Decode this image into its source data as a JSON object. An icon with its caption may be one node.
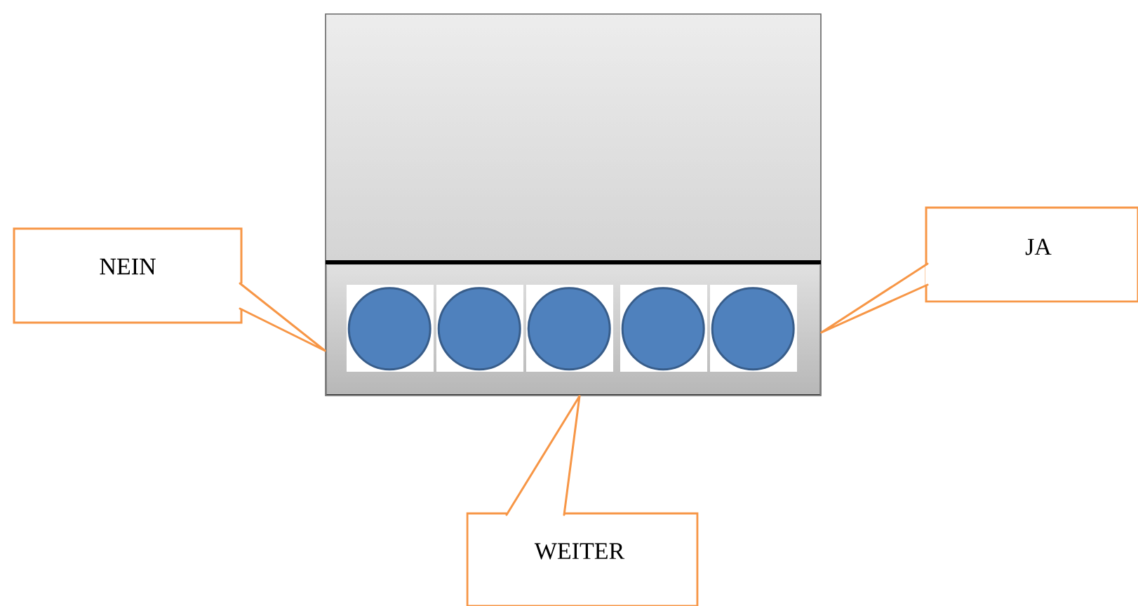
{
  "diagram": {
    "nodes": [
      {
        "text": [],
        "shape": "box"
      },
      {
        "text": [],
        "shape": "circle",
        "in": 0
      },
      {
        "text": [],
        "shape": "circle",
        "in": 0
      },
      {
        "text": [],
        "shape": "circle",
        "in": 0
      },
      {
        "text": [],
        "shape": "circle",
        "in": 0
      },
      {
        "text": [],
        "shape": "circle",
        "in": 0
      },
      {
        "text": [
          "NEIN"
        ]
      },
      {
        "text": [
          "JA"
        ]
      },
      {
        "text": [
          "WEITER"
        ]
      }
    ],
    "edges": [
      {
        "from": 6,
        "to": 0,
        "arrow": "none"
      },
      {
        "from": 7,
        "to": 0,
        "arrow": "none"
      },
      {
        "from": 8,
        "to": 0,
        "arrow": "none"
      }
    ]
  }
}
